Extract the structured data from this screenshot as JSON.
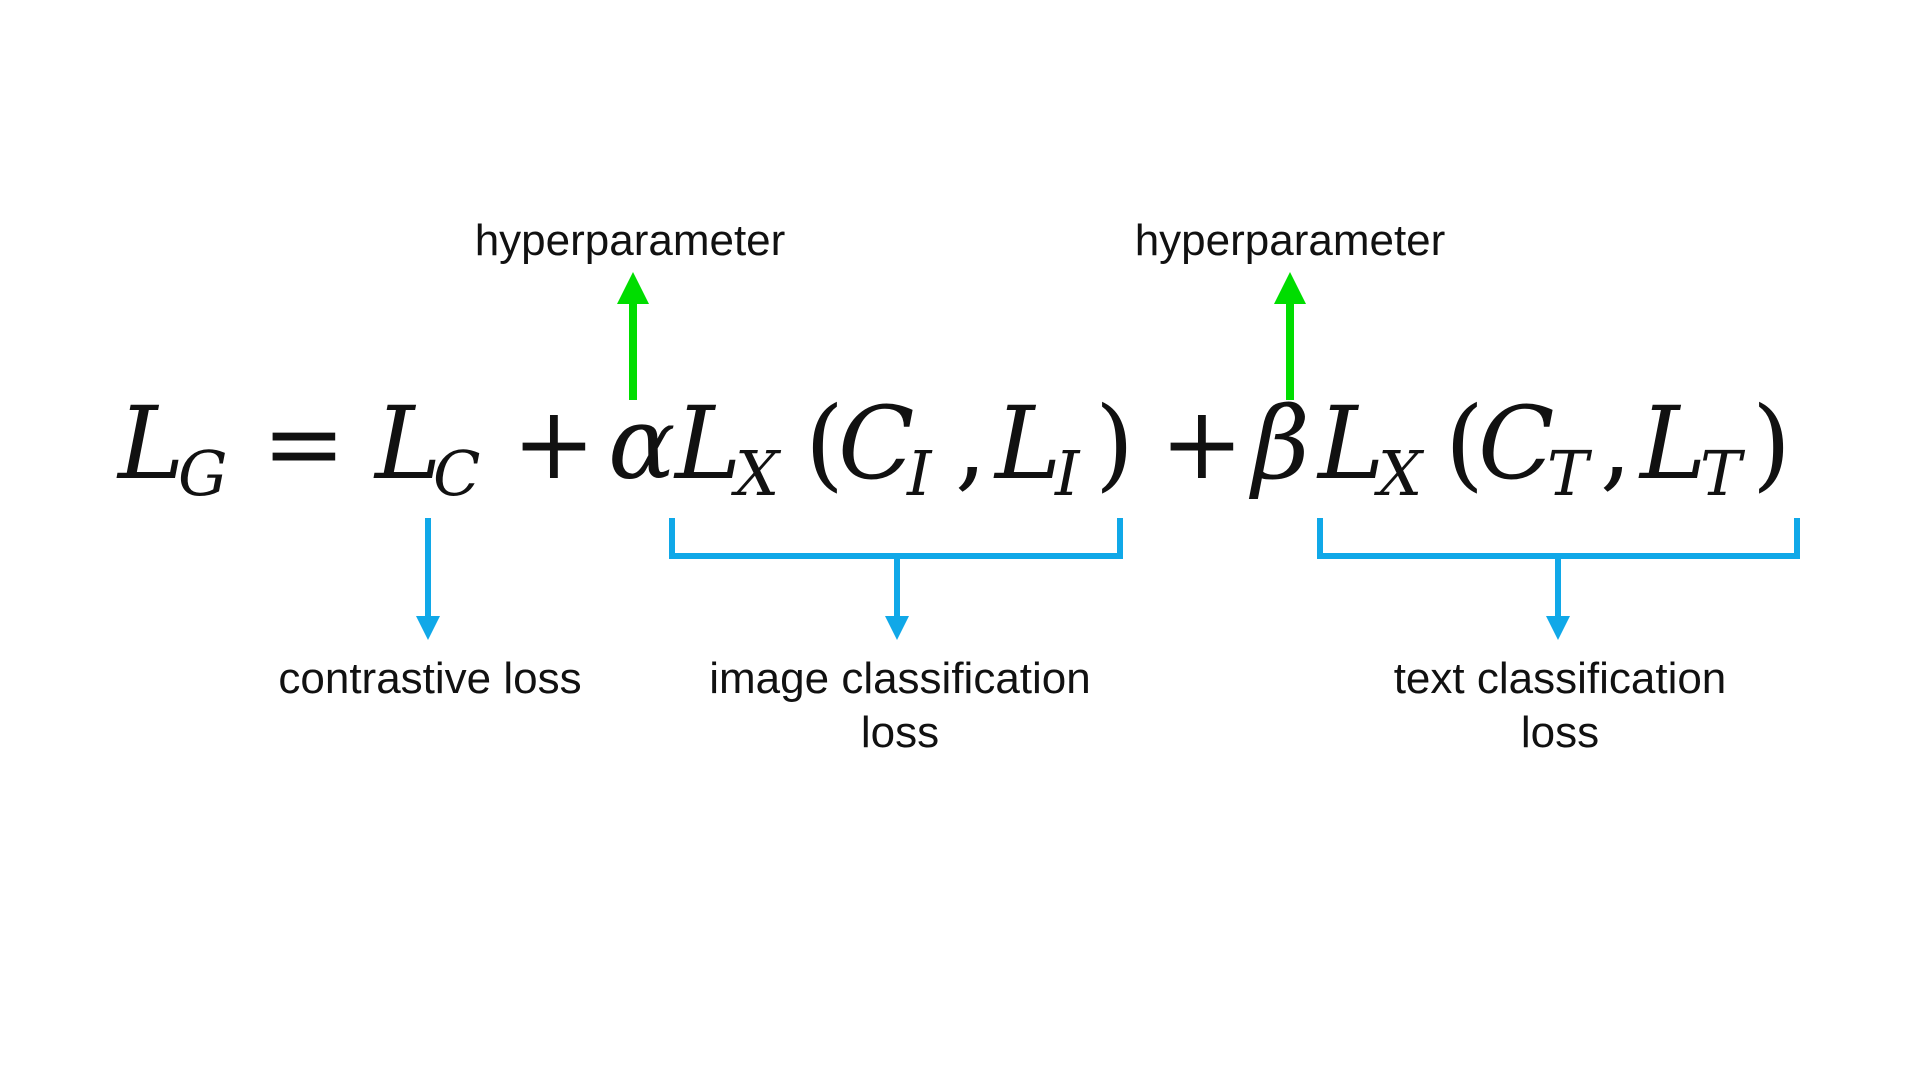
{
  "annotations": {
    "hyperparameter_alpha": "hyperparameter",
    "hyperparameter_beta": "hyperparameter",
    "contrastive": "contrastive loss",
    "image_line1": "image classification",
    "image_line2": "loss",
    "text_line1": "text classification",
    "text_line2": "loss"
  },
  "equation": {
    "L": "L",
    "sub_G": "G",
    "equals": "=",
    "sub_C": "C",
    "plus": "+",
    "alpha": "α",
    "beta": "β",
    "sub_X": "X",
    "open_paren": "(",
    "close_paren": ")",
    "comma": ",",
    "C": "C",
    "sub_I": "I",
    "sub_T": "T"
  },
  "colors": {
    "up_arrow": "#00dd00",
    "down_arrow": "#10a8e8",
    "text": "#111111"
  }
}
